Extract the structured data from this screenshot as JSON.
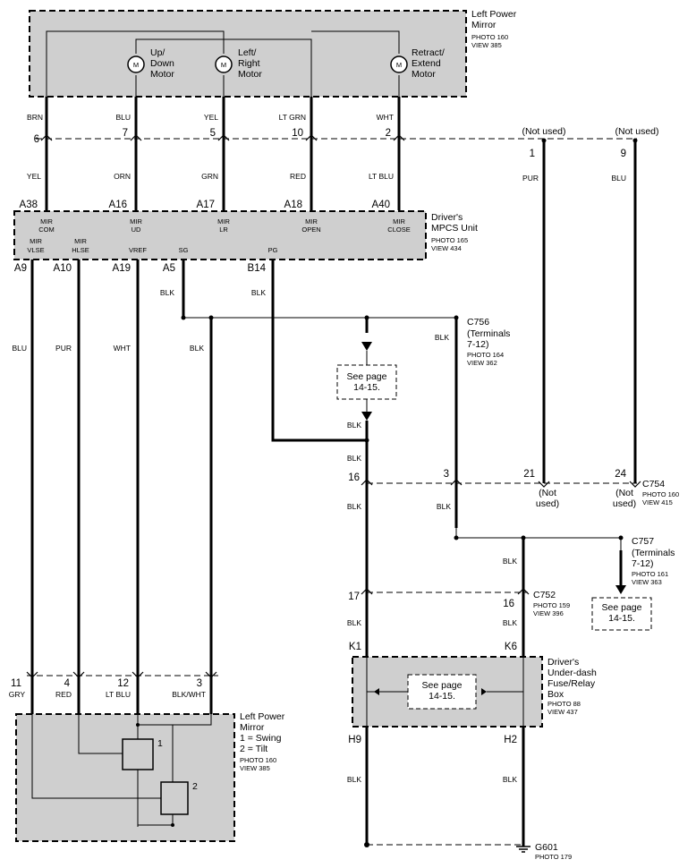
{
  "components": {
    "mirror_top": {
      "name": "Left Power Mirror",
      "photo": "PHOTO 160",
      "view": "VIEW 385",
      "motors": [
        {
          "label": "Up/ Down Motor"
        },
        {
          "label": "Left/ Right Motor"
        },
        {
          "label": "Retract/ Extend Motor"
        }
      ]
    },
    "mpcs": {
      "name": "Driver's MPCS Unit",
      "photo": "PHOTO 165",
      "view": "VIEW 434",
      "top_pins": [
        "MIR COM",
        "MIR UD",
        "MIR LR",
        "MIR OPEN",
        "MIR CLOSE"
      ],
      "bottom_pins": [
        "MIR VLSE",
        "MIR HLSE",
        "VREF",
        "SG",
        "PG"
      ]
    },
    "mirror_bottom": {
      "name": "Left Power Mirror",
      "legend1": "1 = Swing",
      "legend2": "2 = Tilt",
      "photo": "PHOTO 160",
      "view": "VIEW 385"
    },
    "fuse_box": {
      "name": "Driver's Under-dash Fuse/Relay Box",
      "photo": "PHOTO 88",
      "view": "VIEW 437"
    },
    "c756": {
      "name": "C756",
      "sub": "(Terminals 7-12)",
      "photo": "PHOTO 164",
      "view": "VIEW 362"
    },
    "c754": {
      "name": "C754",
      "photo": "PHOTO 160",
      "view": "VIEW 415"
    },
    "c757": {
      "name": "C757",
      "sub": "(Terminals 7-12)",
      "photo": "PHOTO 161",
      "view": "VIEW 363"
    },
    "c752": {
      "name": "C752",
      "photo": "PHOTO 159",
      "view": "VIEW 396"
    },
    "g601": {
      "name": "G601",
      "photo": "PHOTO 179"
    }
  },
  "see_page": "See page 14-15.",
  "not_used": "(Not used)",
  "wires_top": [
    {
      "color1": "BRN",
      "pin": "6",
      "color2": "YEL",
      "mpcs_pin": "A38"
    },
    {
      "color1": "BLU",
      "pin": "7",
      "color2": "ORN",
      "mpcs_pin": "A16"
    },
    {
      "color1": "YEL",
      "pin": "5",
      "color2": "GRN",
      "mpcs_pin": "A17"
    },
    {
      "color1": "LT GRN",
      "pin": "10",
      "color2": "RED",
      "mpcs_pin": "A18"
    },
    {
      "color1": "WHT",
      "pin": "2",
      "color2": "LT BLU",
      "mpcs_pin": "A40"
    }
  ],
  "unused_pins": [
    {
      "top": "1",
      "color": "PUR",
      "bottom": "21"
    },
    {
      "top": "9",
      "color": "BLU",
      "bottom": "24"
    }
  ],
  "wires_bottom": [
    {
      "mpcs_pin": "A9",
      "color": "BLU",
      "mirror_pin": "11",
      "mirror_color": "GRY"
    },
    {
      "mpcs_pin": "A10",
      "color": "PUR",
      "mirror_pin": "4",
      "mirror_color": "RED"
    },
    {
      "mpcs_pin": "A19",
      "color": "WHT",
      "mirror_pin": "12",
      "mirror_color": "LT BLU"
    },
    {
      "mpcs_pin": "A5",
      "color": "BLK",
      "mirror_pin": "3",
      "mirror_color": "BLK/WHT"
    },
    {
      "mpcs_pin": "B14",
      "color": "BLK"
    }
  ],
  "ground_wires": {
    "blk": "BLK",
    "c754_left": "16",
    "c754_mid": "3",
    "c752_left": "17",
    "c752_right": "16",
    "fuse_k1": "K1",
    "fuse_k6": "K6",
    "fuse_h9": "H9",
    "fuse_h2": "H2",
    "mirror_inner_1": "1",
    "mirror_inner_2": "2"
  }
}
